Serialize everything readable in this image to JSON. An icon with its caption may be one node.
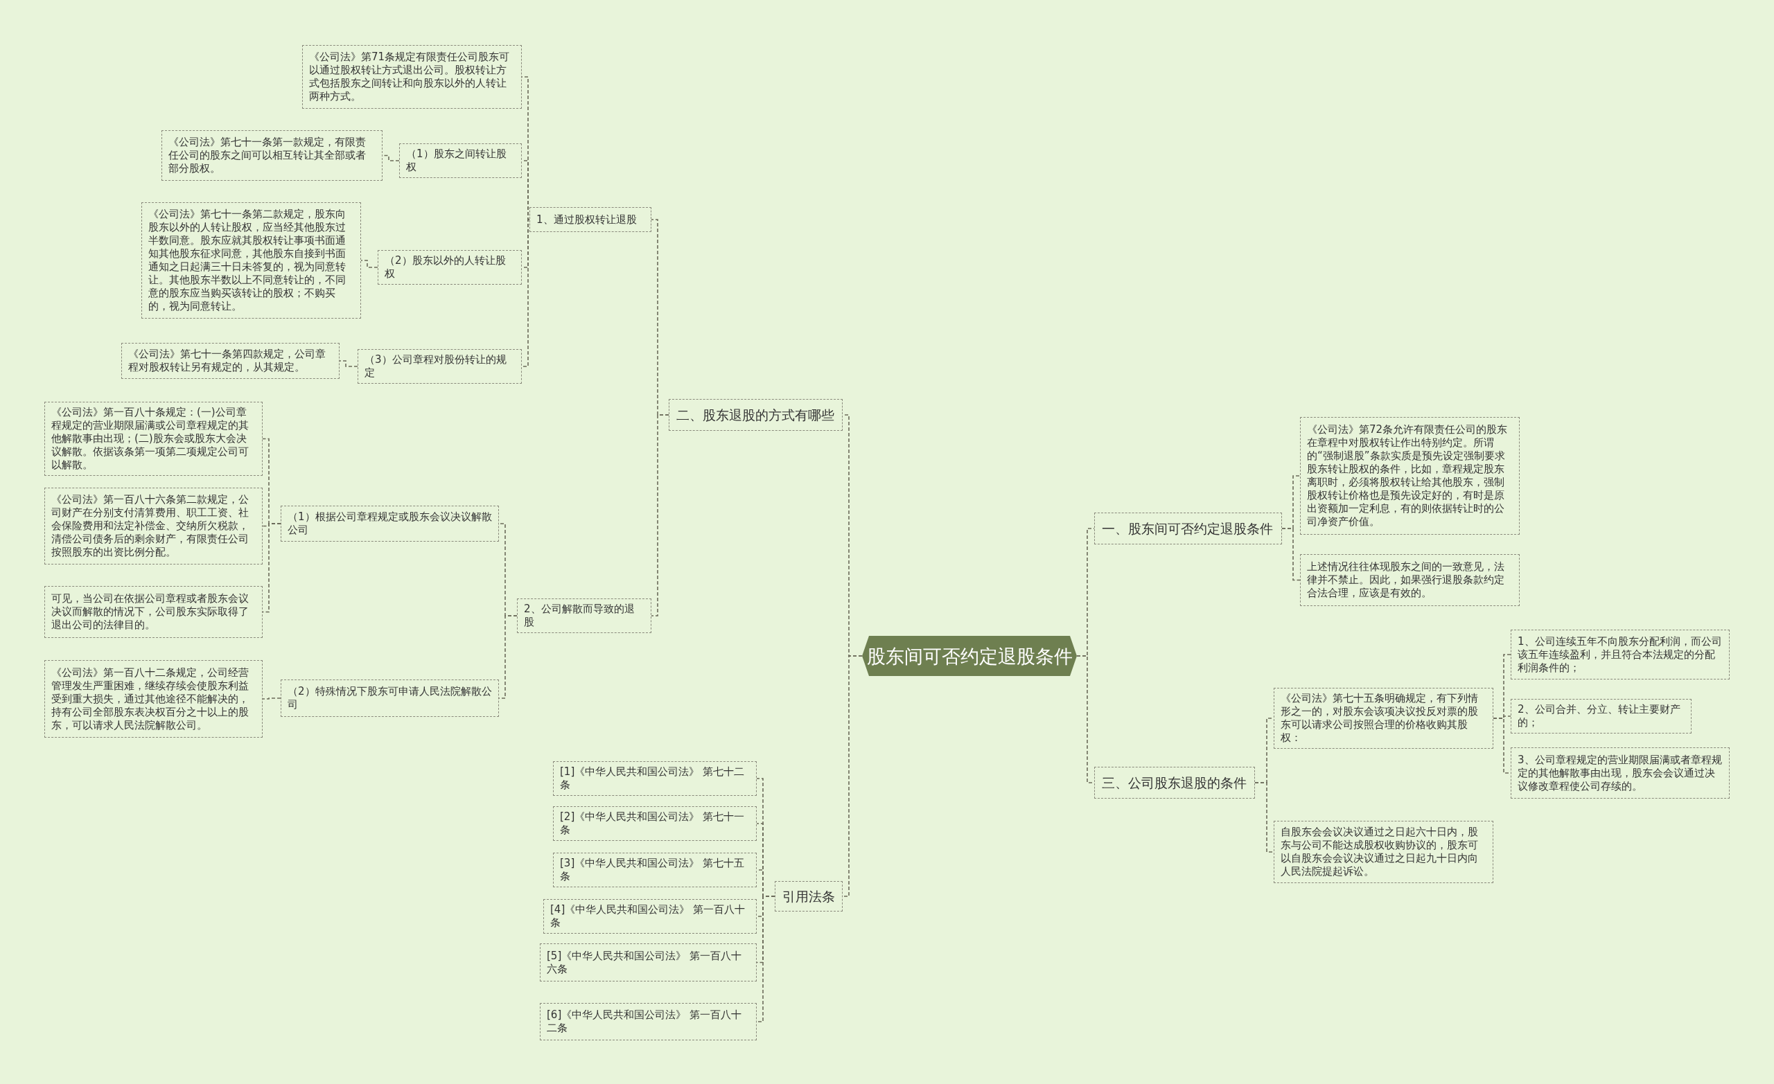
{
  "diagram": {
    "nodes": [
      {
        "text": [
          "股东间可否约定退股条件"
        ]
      },
      {
        "text": [
          "一、股东间可否约定退股条件"
        ]
      },
      {
        "text": [
          "《公司法》第72条允许有限责任公司的股东在章程中对股权转让作出特别约定。所谓的“强制退股”条款实质是预先设定强制要求股东转让股权的条件，比如，章程规定股东离职时，必须将股权转让给其他股东，强制股权转让价格也是预先设定好的，有时是原出资额加一定利息，有的则依据转让时的公司净资产价值。"
        ]
      },
      {
        "text": [
          "上述情况往往体现股东之间的一致意见，法律并不禁止。因此，如果强行退股条款约定合法合理，应该是有效的。"
        ]
      },
      {
        "text": [
          "三、公司股东退股的条件"
        ]
      },
      {
        "text": [
          "《公司法》第七十五条明确规定，有下列情形之一的，对股东会该项决议投反对票的股东可以请求公司按照合理的价格收购其股权："
        ]
      },
      {
        "text": [
          "1、公司连续五年不向股东分配利润，而公司该五年连续盈利，并且符合本法规定的分配利润条件的；"
        ]
      },
      {
        "text": [
          "2、公司合并、分立、转让主要财产的；"
        ]
      },
      {
        "text": [
          "3、公司章程规定的营业期限届满或者章程规定的其他解散事由出现，股东会会议通过决议修改章程使公司存续的。"
        ]
      },
      {
        "text": [
          "自股东会会议决议通过之日起六十日内，股东与公司不能达成股权收购协议的，股东可以自股东会会议决议通过之日起九十日内向人民法院提起诉讼。"
        ]
      },
      {
        "text": [
          "二、股东退股的方式有哪些"
        ]
      },
      {
        "text": [
          "1、通过股权转让退股"
        ]
      },
      {
        "text": [
          "《公司法》第71条规定有限责任公司股东可以通过股权转让方式退出公司。股权转让方式包括股东之间转让和向股东以外的人转让两种方式。"
        ]
      },
      {
        "text": [
          "（1）股东之间转让股权"
        ]
      },
      {
        "text": [
          "《公司法》第七十一条第一款规定，有限责任公司的股东之间可以相互转让其全部或者部分股权。"
        ]
      },
      {
        "text": [
          "（2）股东以外的人转让股权"
        ]
      },
      {
        "text": [
          "《公司法》第七十一条第二款规定，股东向股东以外的人转让股权，应当经其他股东过半数同意。股东应就其股权转让事项书面通知其他股东征求同意，其他股东自接到书面通知之日起满三十日未答复的，视为同意转让。其他股东半数以上不同意转让的，不同意的股东应当购买该转让的股权；不购买的，视为同意转让。"
        ]
      },
      {
        "text": [
          "（3）公司章程对股份转让的规定"
        ]
      },
      {
        "text": [
          "《公司法》第七十一条第四款规定，公司章程对股权转让另有规定的，从其规定。"
        ]
      },
      {
        "text": [
          "2、公司解散而导致的退股"
        ]
      },
      {
        "text": [
          "（1）根据公司章程规定或股东会议决议解散公司"
        ]
      },
      {
        "text": [
          "《公司法》第一百八十条规定：(一)公司章程规定的营业期限届满或公司章程规定的其他解散事由出现；(二)股东会或股东大会决议解散。依据该条第一项第二项规定公司可以解散。"
        ]
      },
      {
        "text": [
          "《公司法》第一百八十六条第二款规定，公司财产在分别支付清算费用、职工工资、社会保险费用和法定补偿金、交纳所欠税款，清偿公司债务后的剩余财产，有限责任公司按照股东的出资比例分配。"
        ]
      },
      {
        "text": [
          "可见，当公司在依据公司章程或者股东会议决议而解散的情况下，公司股东实际取得了退出公司的法律目的。"
        ]
      },
      {
        "text": [
          "（2）特殊情况下股东可申请人民法院解散公司"
        ]
      },
      {
        "text": [
          "《公司法》第一百八十二条规定，公司经营管理发生严重困难，继续存续会使股东利益受到重大损失，通过其他途径不能解决的，持有公司全部股东表决权百分之十以上的股东，可以请求人民法院解散公司。"
        ]
      },
      {
        "text": [
          "引用法条"
        ]
      },
      {
        "text": [
          "[1]《中华人民共和国公司法》 第七十二条"
        ]
      },
      {
        "text": [
          "[2]《中华人民共和国公司法》 第七十一条"
        ]
      },
      {
        "text": [
          "[3]《中华人民共和国公司法》 第七十五条"
        ]
      },
      {
        "text": [
          "[4]《中华人民共和国公司法》 第一百八十条"
        ]
      },
      {
        "text": [
          "[5]《中华人民共和国公司法》 第一百八十六条"
        ]
      },
      {
        "text": [
          "[6]《中华人民共和国公司法》 第一百八十二条"
        ]
      }
    ],
    "edges": [
      {
        "from": 0,
        "to": 1,
        "arrow": "none"
      },
      {
        "from": 1,
        "to": 2,
        "arrow": "none"
      },
      {
        "from": 1,
        "to": 3,
        "arrow": "none"
      },
      {
        "from": 0,
        "to": 4,
        "arrow": "none"
      },
      {
        "from": 4,
        "to": 5,
        "arrow": "none"
      },
      {
        "from": 5,
        "to": 6,
        "arrow": "none"
      },
      {
        "from": 5,
        "to": 7,
        "arrow": "none"
      },
      {
        "from": 5,
        "to": 8,
        "arrow": "none"
      },
      {
        "from": 4,
        "to": 9,
        "arrow": "none"
      },
      {
        "from": 0,
        "to": 10,
        "arrow": "none"
      },
      {
        "from": 10,
        "to": 11,
        "arrow": "none"
      },
      {
        "from": 11,
        "to": 12,
        "arrow": "none"
      },
      {
        "from": 11,
        "to": 13,
        "arrow": "none"
      },
      {
        "from": 13,
        "to": 14,
        "arrow": "none"
      },
      {
        "from": 11,
        "to": 15,
        "arrow": "none"
      },
      {
        "from": 15,
        "to": 16,
        "arrow": "none"
      },
      {
        "from": 11,
        "to": 17,
        "arrow": "none"
      },
      {
        "from": 17,
        "to": 18,
        "arrow": "none"
      },
      {
        "from": 10,
        "to": 19,
        "arrow": "none"
      },
      {
        "from": 19,
        "to": 20,
        "arrow": "none"
      },
      {
        "from": 20,
        "to": 21,
        "arrow": "none"
      },
      {
        "from": 20,
        "to": 22,
        "arrow": "none"
      },
      {
        "from": 20,
        "to": 23,
        "arrow": "none"
      },
      {
        "from": 19,
        "to": 24,
        "arrow": "none"
      },
      {
        "from": 24,
        "to": 25,
        "arrow": "none"
      },
      {
        "from": 0,
        "to": 26,
        "arrow": "none"
      },
      {
        "from": 26,
        "to": 27,
        "arrow": "none"
      },
      {
        "from": 26,
        "to": 28,
        "arrow": "none"
      },
      {
        "from": 26,
        "to": 29,
        "arrow": "none"
      },
      {
        "from": 26,
        "to": 30,
        "arrow": "none"
      },
      {
        "from": 26,
        "to": 31,
        "arrow": "none"
      },
      {
        "from": 26,
        "to": 32,
        "arrow": "none"
      }
    ]
  }
}
